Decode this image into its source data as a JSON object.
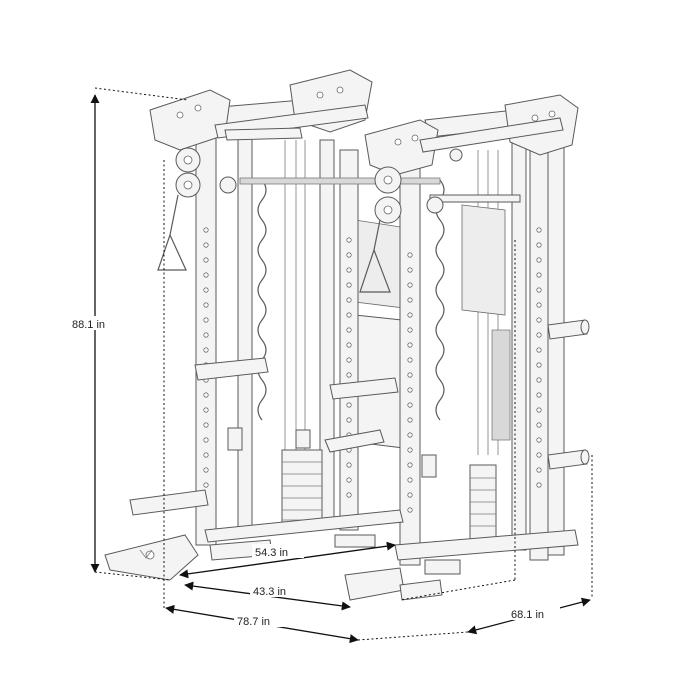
{
  "diagram": {
    "dimensions": {
      "height": "88.1 in",
      "inner_depth": "54.3 in",
      "inner_width": "43.3 in",
      "overall_width": "78.7 in",
      "overall_depth": "68.1 in"
    },
    "colors": {
      "line": "#5a5a5a",
      "dimension": "#111111",
      "fill": "#f4f4f4"
    }
  }
}
